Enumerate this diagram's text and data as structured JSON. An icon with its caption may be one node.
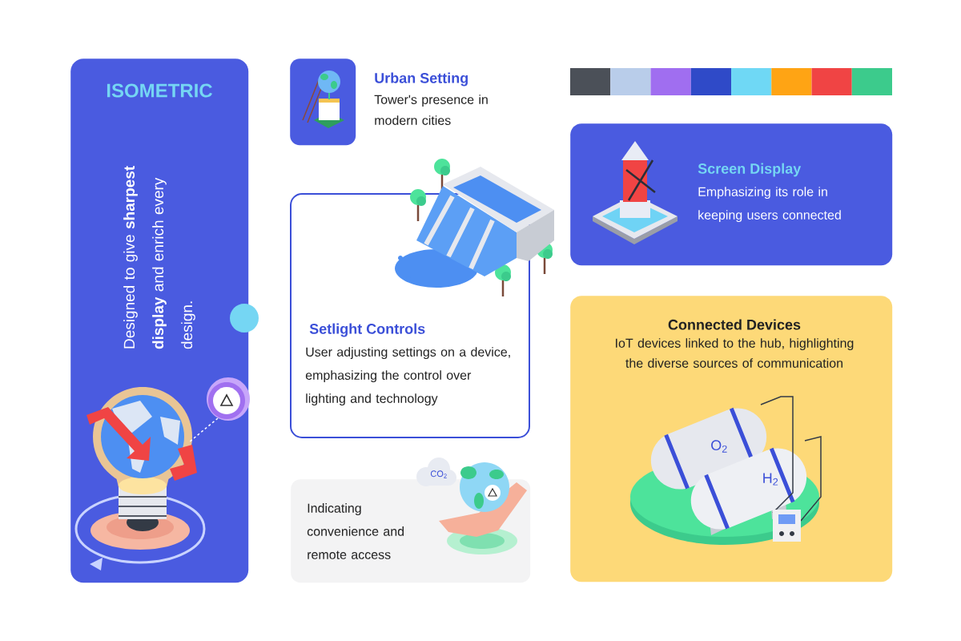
{
  "diagram": {
    "nodes": [
      {
        "text": [
          "ISOMETRIC",
          "Designed to give **sharpest display** and enrich every design."
        ]
      },
      {
        "text": [],
        "shape": "box",
        "beside": [
          "Urban Setting",
          "Tower's presence in modern cities"
        ]
      },
      {
        "text": [
          "Setlight Controls",
          "User adjusting settings on a device, emphasizing the control over lighting and technology"
        ]
      },
      {
        "text": [
          "Indicating convenience and remote access"
        ]
      },
      {
        "text": [
          "Screen Display",
          "Emphasizing its role in keeping users connected"
        ]
      },
      {
        "text": [
          "Connected Devices",
          "IoT devices linked to the hub, highlighting the diverse sources of communication"
        ]
      }
    ],
    "labels": [
      "CO$_{2}$",
      "O$_{2}$",
      "H$_{2}$"
    ]
  }
}
